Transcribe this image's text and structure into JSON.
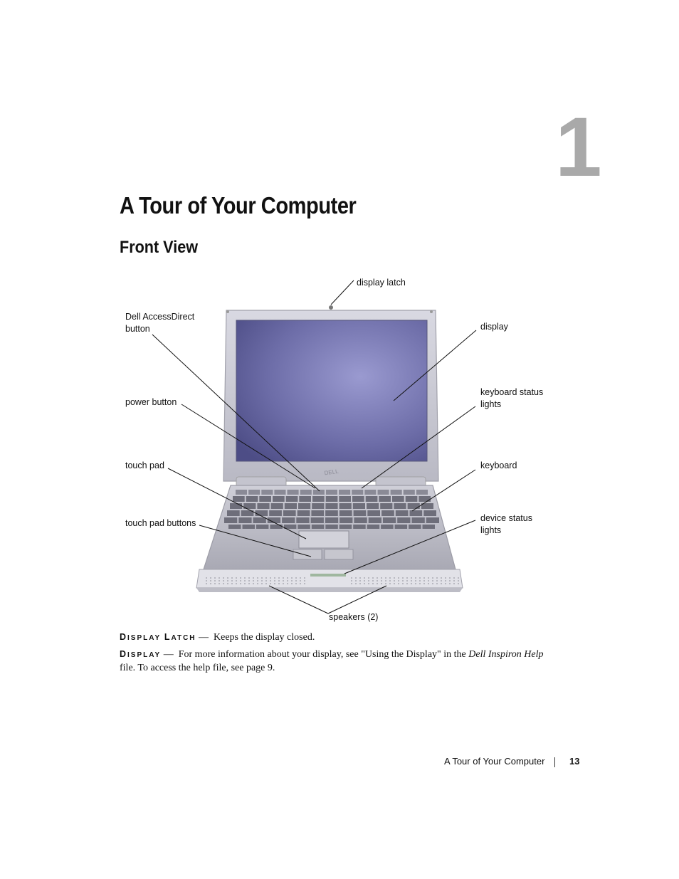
{
  "chapter": {
    "number": "1",
    "title": "A Tour of Your Computer"
  },
  "section": {
    "title": "Front View"
  },
  "figure": {
    "callouts": {
      "display_latch": "display latch",
      "dell_access_direct_1": "Dell AccessDirect",
      "dell_access_direct_2": "button",
      "display": "display",
      "keyboard_status_1": "keyboard status",
      "keyboard_status_2": "lights",
      "power_button": "power button",
      "touch_pad": "touch pad",
      "keyboard": "keyboard",
      "touch_pad_buttons": "touch pad buttons",
      "device_status_1": "device status",
      "device_status_2": "lights",
      "speakers": "speakers (2)"
    },
    "logo_text": "DELL"
  },
  "descriptions": [
    {
      "term_first": "D",
      "term_rest": "ISPLAY",
      "term2_first": "L",
      "term2_rest": "ATCH",
      "dash": "—",
      "text": "Keeps the display closed."
    },
    {
      "term_first": "D",
      "term_rest": "ISPLAY",
      "dash": "—",
      "text_before": "For more information about your display, see \"Using the Display\" in the",
      "italic": "Dell Inspiron Help",
      "text_after": "file. To access the help file, see page 9."
    }
  ],
  "footer": {
    "title": "A Tour of Your Computer",
    "page": "13"
  }
}
